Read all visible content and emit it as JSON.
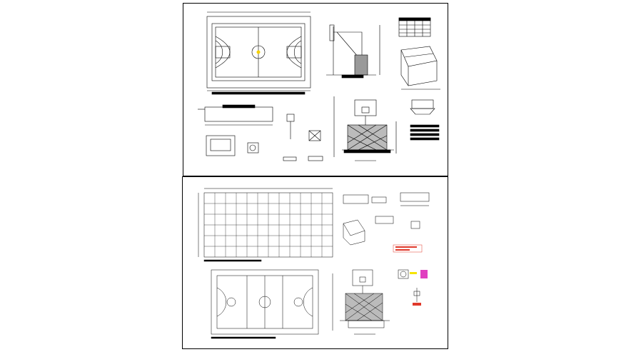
{
  "drawing": {
    "sheets": [
      {
        "id": "top"
      },
      {
        "id": "bottom"
      }
    ],
    "colors": {
      "line": "#000000",
      "paper": "#ffffff",
      "center_mark": "#f5d000",
      "note_red": "#e0392b",
      "note_magenta": "#e040c0",
      "note_yellow": "#f5e400"
    },
    "icons": [
      "basketball-hoop-elevation",
      "court-plan",
      "column-grid",
      "detail-section"
    ]
  }
}
